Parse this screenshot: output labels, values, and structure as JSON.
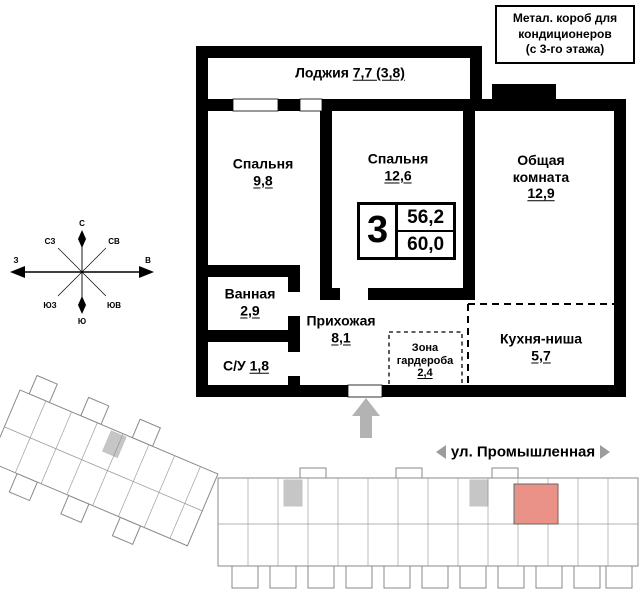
{
  "note_box": {
    "line1": "Метал. короб для",
    "line2": "кондиционеров",
    "line3": "(с 3-го этажа)"
  },
  "apartment": {
    "badge": {
      "rooms_count": "3",
      "area_living": "56,2",
      "area_total": "60,0"
    },
    "rooms": {
      "loggia": {
        "name": "Лоджия",
        "area": "7,7 (3,8)"
      },
      "bedroom_1": {
        "name": "Спальня",
        "area": "9,8"
      },
      "bedroom_2": {
        "name": "Спальня",
        "area": "12,6"
      },
      "living": {
        "name_line1": "Общая",
        "name_line2": "комната",
        "area": "12,9"
      },
      "bathroom": {
        "name": "Ванная",
        "area": "2,9"
      },
      "wc": {
        "name": "С/У",
        "area": "1,8"
      },
      "hallway": {
        "name": "Прихожая",
        "area": "8,1"
      },
      "wardrobe": {
        "name_line1": "Зона",
        "name_line2": "гардероба",
        "area": "2,4"
      },
      "kitchen": {
        "name": "Кухня-ниша",
        "area": "5,7"
      }
    }
  },
  "compass": {
    "n": "С",
    "ne": "СВ",
    "e": "В",
    "se": "ЮВ",
    "s": "Ю",
    "sw": "ЮЗ",
    "w": "З",
    "nw": "СЗ"
  },
  "street": {
    "name": "ул. Промышленная"
  },
  "floor_overview": {
    "highlight_color": "#ea9188"
  }
}
